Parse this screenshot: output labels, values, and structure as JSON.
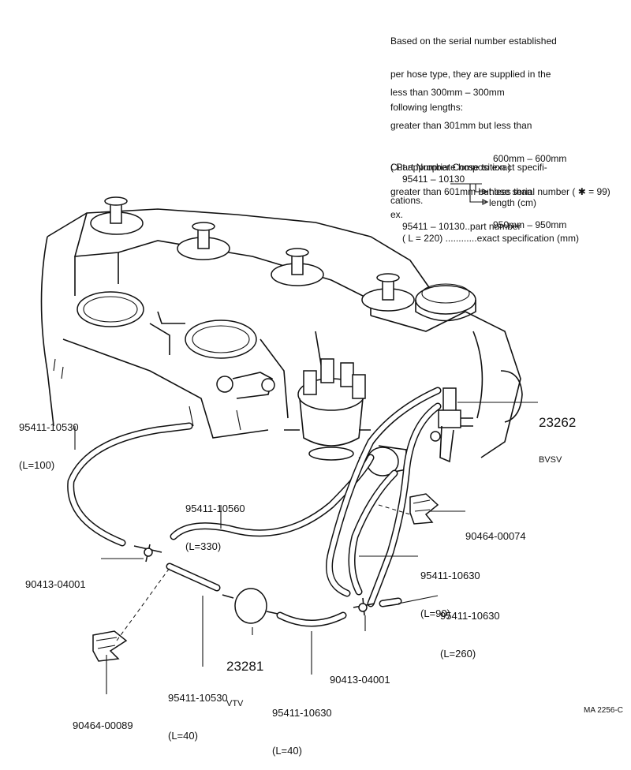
{
  "notes": {
    "intro": [
      "Based on the serial number established",
      "per hose type, they are supplied in the",
      "following lengths:"
    ],
    "lengths": [
      "less than 300mm – 300mm",
      "greater than 301mm but less than",
      "600mm – 600mm",
      "greater than 601mm but less than",
      "950mm – 950mm"
    ],
    "cut": [
      "Cut appropriate hose to exact specifi-",
      "cations."
    ],
    "composition_title": "( Part Number Composition )",
    "composition_number": "95411 – 10130",
    "serial_desc": "hose serial number ( ✱ = 99)",
    "length_desc": "length (cm)",
    "example_label": "ex.",
    "example_part": "95411 – 10130..part number",
    "example_spec": "( L = 220) ............exact specification (mm)"
  },
  "callouts": {
    "c1_num": "95411-10530",
    "c1_len": "(L=100)",
    "c2_num": "95411-10560",
    "c2_len": "(L=330)",
    "c3_num": "90413-04001",
    "c4_num": "95411-10530",
    "c4_len": "(L=40)",
    "c5_num": "90464-00089",
    "c6_num": "23281",
    "c6_name": "VTV",
    "c7_num": "95411-10630",
    "c7_len": "(L=40)",
    "c8_num": "90413-04001",
    "c9_num": "95411-10630",
    "c9_len": "(L=260)",
    "c10_num": "95411-10630",
    "c10_len": "(L=90)",
    "c11_num": "90464-00074",
    "c12_num": "23262",
    "c12_name": "BVSV"
  },
  "figure_code": "MA 2256-C"
}
